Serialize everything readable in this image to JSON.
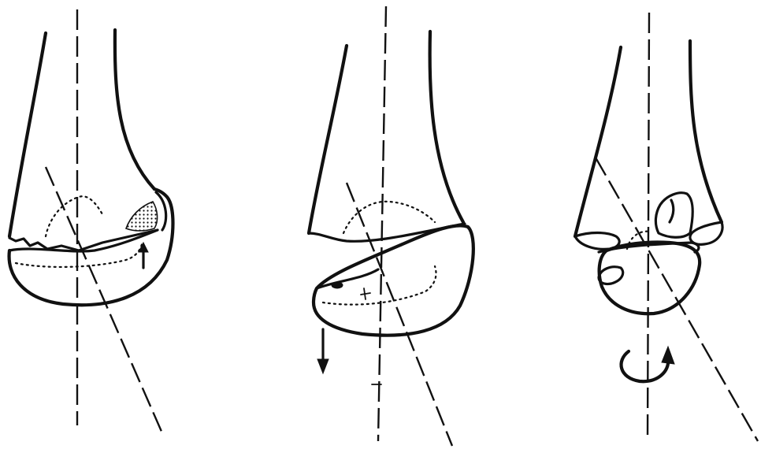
{
  "figure": {
    "panels": [
      {
        "id": "left",
        "arrow": "up-arrow"
      },
      {
        "id": "middle",
        "arrow": "down-arrow"
      },
      {
        "id": "right",
        "arrow": "rotation-arrow"
      }
    ],
    "colors": {
      "ink": "#111111",
      "background": "#ffffff"
    }
  }
}
